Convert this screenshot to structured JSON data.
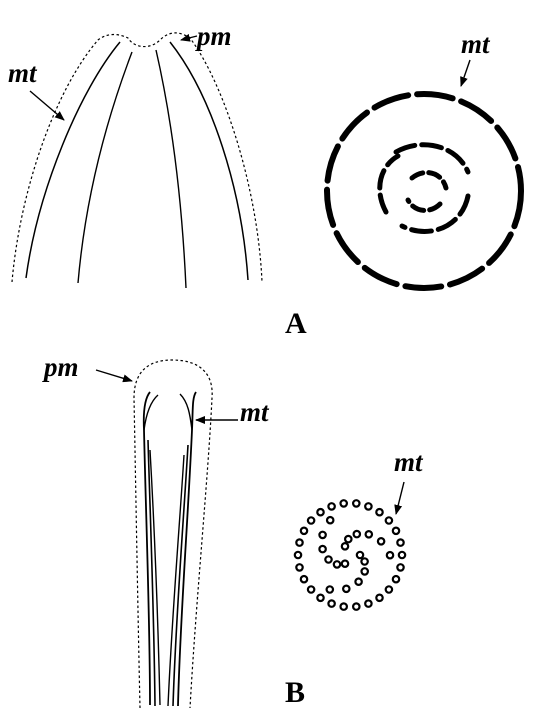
{
  "panels": [
    {
      "id": "A",
      "label": "A",
      "annotations": {
        "plasma_membrane": "pm",
        "microtubules_long": "mt",
        "microtubules_cross": "mt"
      }
    },
    {
      "id": "B",
      "label": "B",
      "annotations": {
        "plasma_membrane": "pm",
        "microtubules_long": "mt",
        "microtubules_cross": "mt"
      }
    }
  ],
  "colors": {
    "ink": "#000000",
    "background": "#ffffff"
  }
}
